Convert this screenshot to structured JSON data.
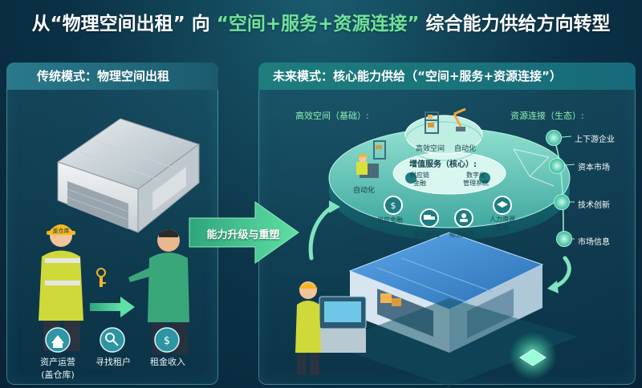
{
  "title": {
    "part1": "从",
    "part2": "“物理空间出租”",
    "part3": "向",
    "part4": "“空间+服务+资源连接”",
    "part5": "综合能力供给方向转型"
  },
  "left_panel": {
    "header": "传统模式：物理空间出租",
    "badge": "盖仓库",
    "labels": {
      "asset_ops": "资产运营",
      "asset_ops_sub": "(盖仓库)",
      "find_tenant": "寻找租户",
      "rent_income": "租金收入"
    }
  },
  "transition": {
    "label": "能力升级与重塑"
  },
  "right_panel": {
    "header": "未来模式：核心能力供给（“空间+服务+资源连接”）",
    "efficient_space": "高效空间（基础）:",
    "resource_link": "资源连接（生态）:",
    "ring_labels": {
      "efficient_space_top": "高效空间",
      "automation_top": "自动化",
      "automation_left": "自动化",
      "value_service": "增值服务（核心）:",
      "supply_chain_finance_1": "供应链",
      "supply_chain_finance_2": "金融",
      "digital_mgmt_1": "数字化",
      "digital_mgmt_2": "管理系统",
      "supply_finance": "供应金融",
      "logistics_1": "物流配送",
      "logistics_2": "物流配送",
      "hr_1": "人力资源",
      "hr_2": "培训"
    },
    "ecosystem": [
      "上下游企业",
      "资本市场",
      "技术创新",
      "市场信息"
    ]
  },
  "colors": {
    "accent_green": "#6fe39a",
    "teal": "#1e7d7d",
    "background": "#0b3145"
  },
  "icons": [
    "warehouse-icon",
    "worker-icon",
    "key-icon",
    "person-icon",
    "arrow-right-icon",
    "cycle-arrow-icon",
    "lightbulb-icon",
    "globe-icon",
    "coin-icon",
    "truck-icon",
    "chip-icon"
  ]
}
